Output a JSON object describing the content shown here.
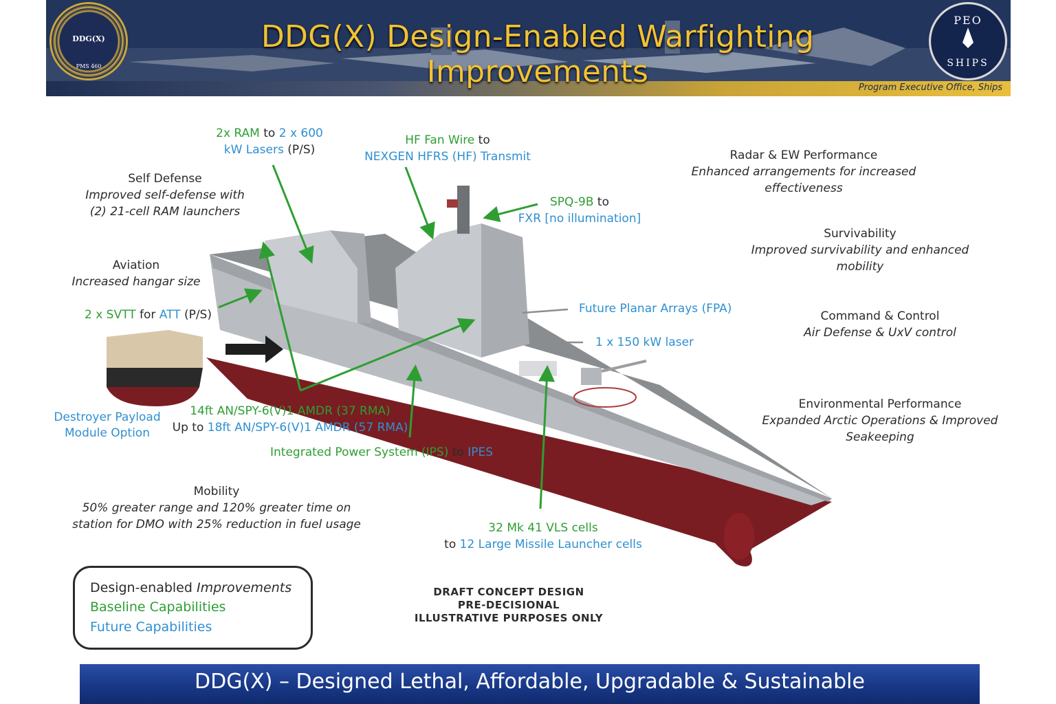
{
  "header": {
    "title": "DDG(X) Design-Enabled Warfighting Improvements",
    "subtitle": "Program Executive Office, Ships",
    "left_seal": {
      "line1": "DDG(X)",
      "line2": "PMS 460"
    },
    "right_seal": {
      "line1": "PEO",
      "line2": "SHIPS"
    }
  },
  "callouts": {
    "ram": {
      "p1": "2x RAM",
      "p2": " to ",
      "p3": "2 x 600",
      "p4": "kW Lasers",
      "p5": " (P/S)"
    },
    "hf": {
      "p1": "HF Fan Wire",
      "p2": " to",
      "p3": "NEXGEN HFRS (HF) Transmit"
    },
    "spq": {
      "p1": "SPQ-9B",
      "p2": " to",
      "p3": "FXR [no illumination]"
    },
    "fpa": "Future Planar Arrays (FPA)",
    "laser150": "1 x 150 kW laser",
    "svtt": {
      "p1": "2 x SVTT",
      "p2": " for ",
      "p3": "ATT",
      "p4": " (P/S)"
    },
    "payload": {
      "line1": "Destroyer Payload",
      "line2": "Module Option"
    },
    "spy": {
      "line1": "14ft AN/SPY-6(V)1 AMDR (37 RMA)",
      "p1": "Up to ",
      "p2": "18ft AN/SPY-6(V)1 AMDR (57 RMA)"
    },
    "ips": {
      "p1": "Integrated Power System (IPS)",
      "p2": " to ",
      "p3": "IPES"
    },
    "vls": {
      "line1": "32 Mk 41 VLS cells",
      "p1": "to ",
      "p2": "12 Large Missile Launcher cells"
    }
  },
  "improvements": {
    "self_defense": {
      "title": "Self Defense",
      "desc1": "Improved self-defense with",
      "desc2": "(2) 21-cell RAM launchers"
    },
    "aviation": {
      "title": "Aviation",
      "desc": "Increased hangar size"
    },
    "mobility": {
      "title": "Mobility",
      "desc1": "50% greater range and 120% greater time on",
      "desc2": "station for DMO with 25% reduction in fuel usage"
    },
    "radar": {
      "title": "Radar & EW Performance",
      "desc1": "Enhanced arrangements for increased",
      "desc2": "effectiveness"
    },
    "survivability": {
      "title": "Survivability",
      "desc": "Improved survivability and enhanced mobility"
    },
    "c2": {
      "title": "Command & Control",
      "desc": "Air Defense & UxV control"
    },
    "environmental": {
      "title": "Environmental Performance",
      "desc1": "Expanded Arctic Operations & Improved",
      "desc2": "Seakeeping"
    }
  },
  "legend": {
    "design_a": "Design-enabled ",
    "design_b": "Improvements",
    "baseline": "Baseline Capabilities",
    "future": "Future Capabilities"
  },
  "draft": {
    "line1": "DRAFT CONCEPT DESIGN",
    "line2": "PRE-DECISIONAL",
    "line3": "ILLUSTRATIVE PURPOSES ONLY"
  },
  "footer": "DDG(X) – Designed Lethal, Affordable, Upgradable & Sustainable",
  "colors": {
    "baseline": "#2e9e33",
    "future": "#2f8fd0",
    "title_gold": "#f2c233",
    "hull_red": "#7a1d22",
    "hull_gray": "#b9bcc0"
  }
}
